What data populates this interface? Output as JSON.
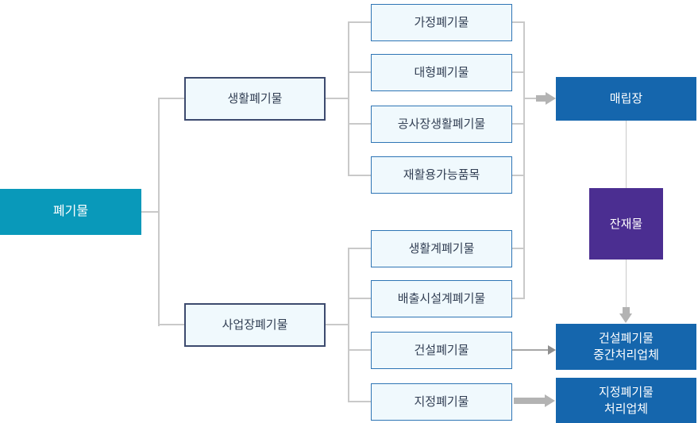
{
  "diagram": {
    "root_label": "폐기물",
    "level1": [
      "생활폐기물",
      "사업장폐기물"
    ],
    "household_children": [
      "가정폐기물",
      "대형폐기물",
      "공사장생활폐기물",
      "재활용가능품목"
    ],
    "industrial_children": [
      "생활계폐기물",
      "배출시설계폐기물",
      "건설폐기물",
      "지정폐기물"
    ],
    "landfill_label": "매립장",
    "residue_label": "잔재물",
    "construction_processor_label": "건설폐기물\n중간처리업체",
    "designated_processor_label": "지정폐기물\n처리업체",
    "edges": [
      "폐기물 → 생활폐기물",
      "폐기물 → 사업장폐기물",
      "생활폐기물 → 가정폐기물",
      "생활폐기물 → 대형폐기물",
      "생활폐기물 → 공사장생활폐기물",
      "생활폐기물 → 재활용가능품목",
      "사업장폐기물 → 생활계폐기물",
      "사업장폐기물 → 배출시설계폐기물",
      "사업장폐기물 → 건설폐기물",
      "사업장폐기물 → 지정폐기물",
      "가정폐기물/대형폐기물/공사장생활폐기물/재활용가능품목/생활계폐기물/배출시설계폐기물 → 매립장",
      "매립장 → 잔재물",
      "잔재물 → 건설폐기물 중간처리업체",
      "건설폐기물 → 건설폐기물 중간처리업체",
      "지정폐기물 → 지정폐기물 처리업체"
    ],
    "colors": {
      "root_box": "#0999ba",
      "solid_box": "#1566ad",
      "residue_box": "#4b2e91",
      "light_box_bg": "#f0f9fd",
      "light_box_border": "#2e75b5",
      "mid_box_border": "#3c4a6e",
      "text_dark": "#323f54",
      "connector": "#c9c9c9",
      "arrow": "#b3b3b3"
    }
  }
}
